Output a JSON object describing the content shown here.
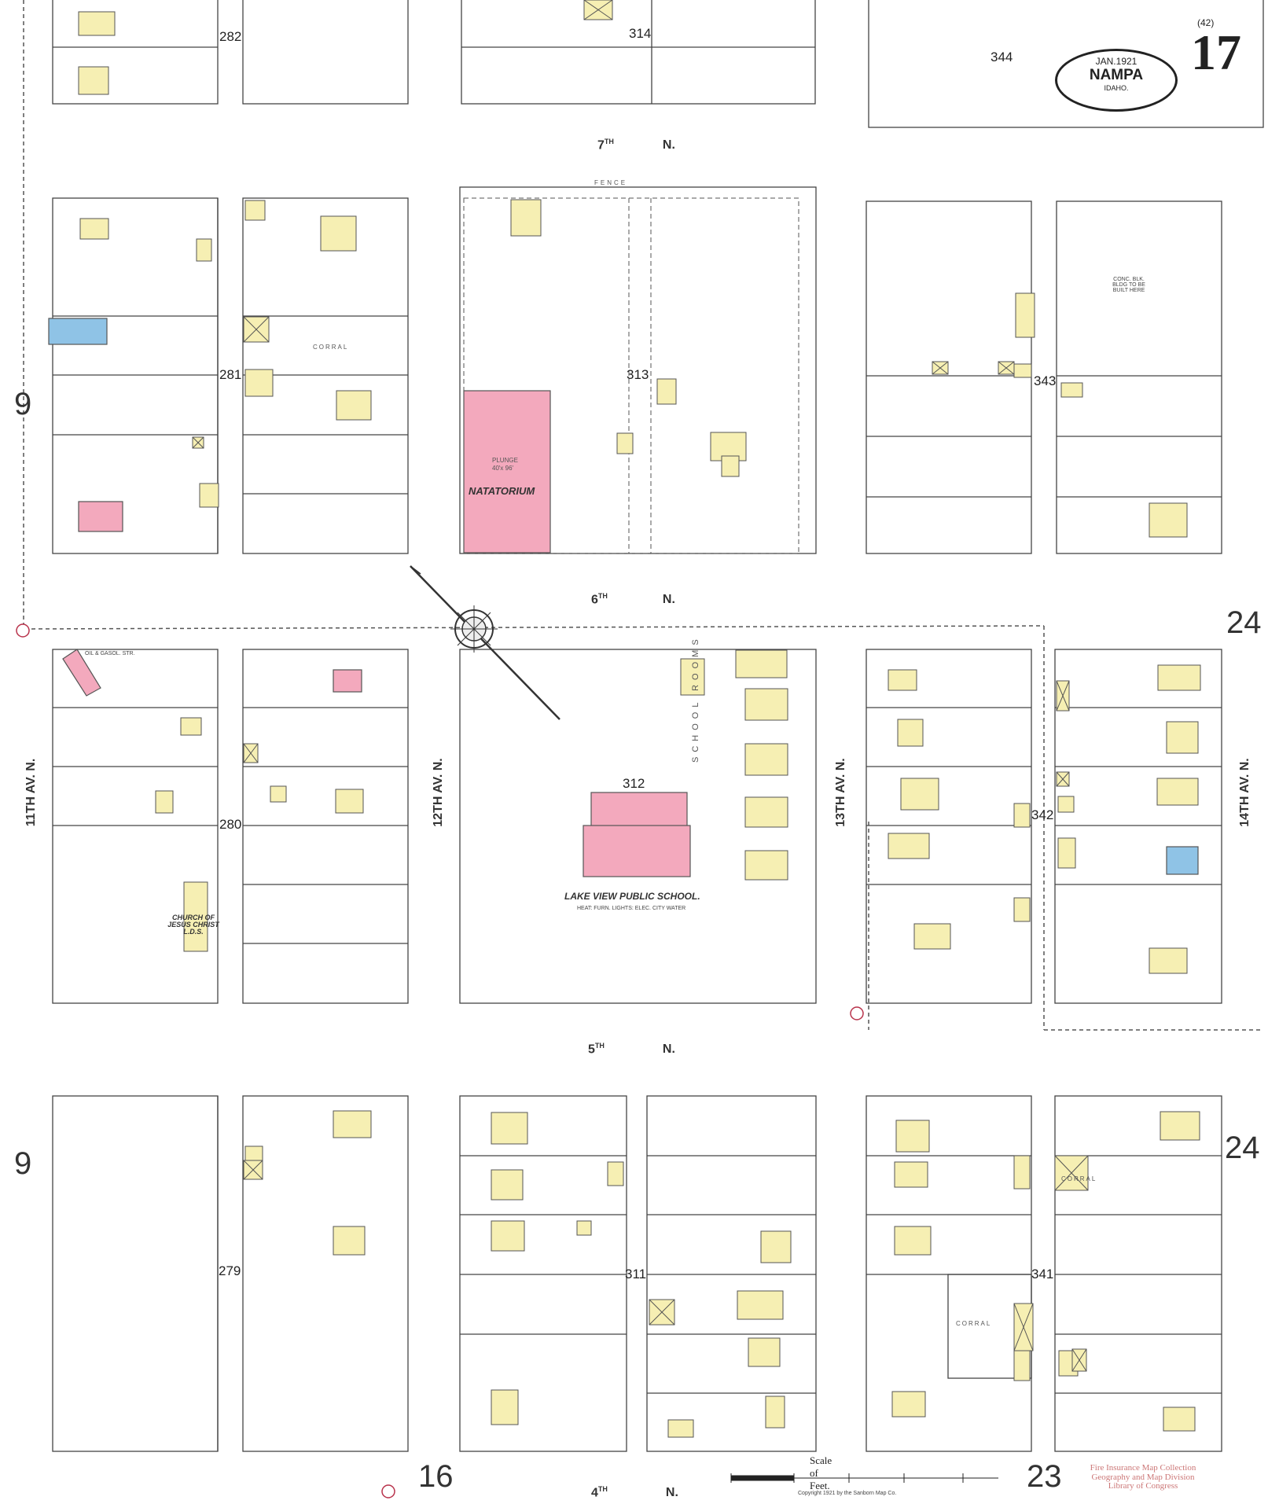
{
  "sheet": {
    "number": "17",
    "sub_number": "(42)",
    "cartouche": {
      "date": "JAN.1921",
      "city": "NAMPA",
      "state": "IDAHO."
    }
  },
  "streets": {
    "seventh": {
      "ord": "7",
      "sup": "TH",
      "dir": "N."
    },
    "sixth": {
      "ord": "6",
      "sup": "TH",
      "dir": "N."
    },
    "fifth": {
      "ord": "5",
      "sup": "TH",
      "dir": "N."
    },
    "fourth": {
      "ord": "4",
      "sup": "TH",
      "dir": "N."
    },
    "av11": "11TH AV. N.",
    "av12": "12TH AV. N.",
    "av13": "13TH AV. N.",
    "av14": "14TH AV. N."
  },
  "blocks": {
    "b282": "282",
    "b314": "314",
    "b344": "344",
    "b281": "281",
    "b313": "313",
    "b343": "343",
    "b280": "280",
    "b312": "312",
    "b342": "342",
    "b279": "279",
    "b311": "311",
    "b341": "341"
  },
  "adjacent_sheets": {
    "left_upper": "9",
    "left_lower": "9",
    "right_upper": "24",
    "right_lower": "24",
    "bottom_left": "16",
    "bottom_right": "23"
  },
  "buildings": {
    "natatorium": "NATATORIUM",
    "plunge": "PLUNGE",
    "plunge_size": "40'x 96'",
    "school": "LAKE VIEW PUBLIC SCHOOL.",
    "school_notes": "HEAT: FURN. LIGHTS: ELEC. CITY WATER",
    "school_rooms": "SCHOOL ROOMS",
    "church": "CHURCH OF JESUS CHRIST L.D.S.",
    "corral": "CORRAL",
    "fence": "FENCE",
    "conc_bldg": "CONC. BLK. BLDG TO BE BUILT HERE",
    "oil_gasol": "OIL & GASOL. STR.",
    "scale_title": "Scale of Feet.",
    "copyright": "Copyright 1921 by the Sanborn Map Co."
  },
  "stamp": [
    "Fire Insurance Map Collection",
    "Geography and Map Division",
    "Library of Congress"
  ],
  "colors": {
    "dwelling": "#f6efb3",
    "brick": "#f3a9bd",
    "stone": "#8fc3e6",
    "line": "#444444",
    "fa_marker": "#b8324b"
  }
}
